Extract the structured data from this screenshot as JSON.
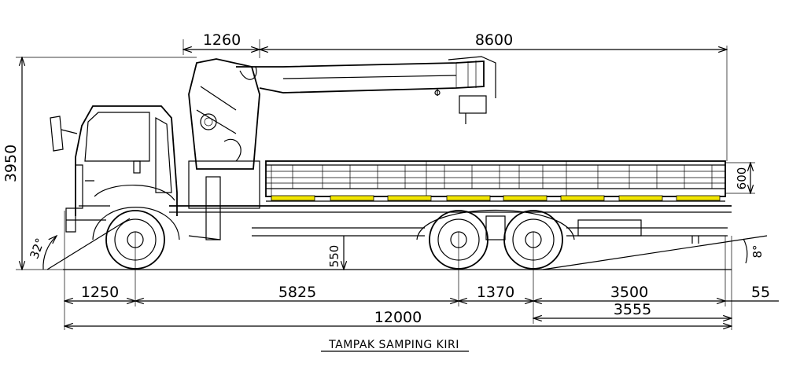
{
  "caption": "TAMPAK SAMPING KIRI",
  "dimensions": {
    "crane_overhang": "1260",
    "crane_reach": "8600",
    "overall_height": "3950",
    "front_overhang": "1250",
    "wheelbase": "5825",
    "tandem_spacing": "1370",
    "rear_overhang": "3500",
    "rear_extra": "55",
    "rear_overhang_total": "3555",
    "overall_length": "12000",
    "deck_height": "550",
    "side_rail_height": "600"
  },
  "angles": {
    "approach": "32°",
    "departure": "8°"
  },
  "colors": {
    "line": "#000000",
    "reflector": "#f2e600"
  }
}
